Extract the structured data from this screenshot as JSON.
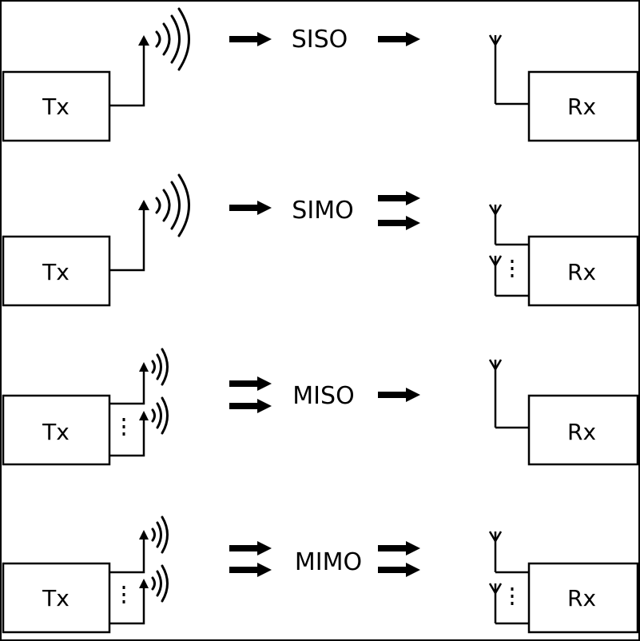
{
  "colors": {
    "ink": "#000000",
    "background": "#ffffff"
  },
  "rows": [
    {
      "mode": "SISO",
      "tx_label": "Tx",
      "rx_label": "Rx",
      "tx_antennas": "single",
      "rx_antennas": "single",
      "arrows_in": 1,
      "arrows_out": 1
    },
    {
      "mode": "SIMO",
      "tx_label": "Tx",
      "rx_label": "Rx",
      "tx_antennas": "single",
      "rx_antennas": "multiple",
      "arrows_in": 1,
      "arrows_out": 2
    },
    {
      "mode": "MISO",
      "tx_label": "Tx",
      "rx_label": "Rx",
      "tx_antennas": "multiple",
      "rx_antennas": "single",
      "arrows_in": 2,
      "arrows_out": 1
    },
    {
      "mode": "MIMO",
      "tx_label": "Tx",
      "rx_label": "Rx",
      "tx_antennas": "multiple",
      "rx_antennas": "multiple",
      "arrows_in": 2,
      "arrows_out": 2
    }
  ]
}
